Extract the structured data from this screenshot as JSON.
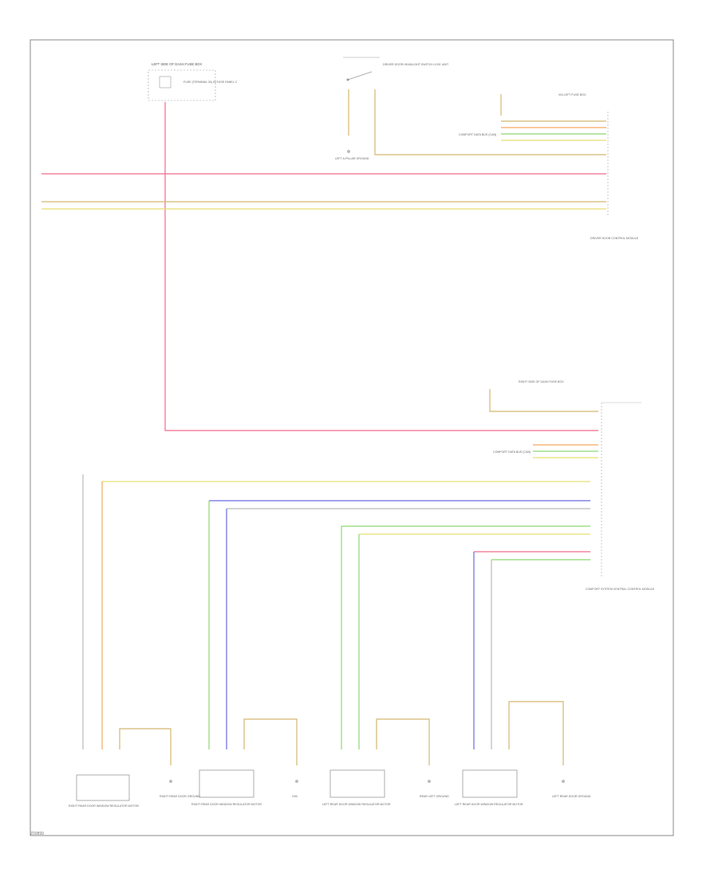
{
  "footer_code": "Z09899",
  "colors": {
    "red": "#f06a8a",
    "orange": "#f5a860",
    "yellow": "#e8e070",
    "tan": "#d4b870",
    "green": "#8ed870",
    "blue": "#6a6ae0",
    "gray": "#b8b8b8",
    "border": "#888888"
  },
  "labels": {
    "fuse_block_top": "LEFT SIDE OF DASH FUSE BOX",
    "fuse_desc": "FUSE (TERMINAL 30) IN FUSE PANEL C",
    "switch_desc": "DRIVER DOOR HEADLIGHT SWITCH LOCK UNIT",
    "ground_1": "LEFT A-PILLAR GROUND",
    "via_left_fuse": "VIA LEFT FUSE BOX",
    "comfort_bus_top": "COMFORT DATA BUS (CAN)",
    "module_top": "DRIVER DOOR CONTROL MODULE",
    "via_right_fuse": "RIGHT SIDE OF DASH FUSE BOX",
    "comfort_bus_mid": "COMFORT DATA BUS (CAN)",
    "module_mid": "COMFORT SYSTEM CENTRAL CONTROL MODULE",
    "motor_1": "RIGHT REAR DOOR WINDOW REGULATOR MOTOR",
    "motor_2": "RIGHT REAR DOOR WINDOW REGULATOR MOTOR",
    "motor_3": "LEFT REAR DOOR WINDOW REGULATOR MOTOR",
    "motor_4": "LEFT REAR DOOR WINDOW REGULATOR MOTOR",
    "ground_b1": "RIGHT REAR DOOR GROUND",
    "ground_b2": "G90",
    "ground_b3": "REAR LEFT GROUND",
    "ground_b4": "LEFT REAR DOOR GROUND"
  }
}
